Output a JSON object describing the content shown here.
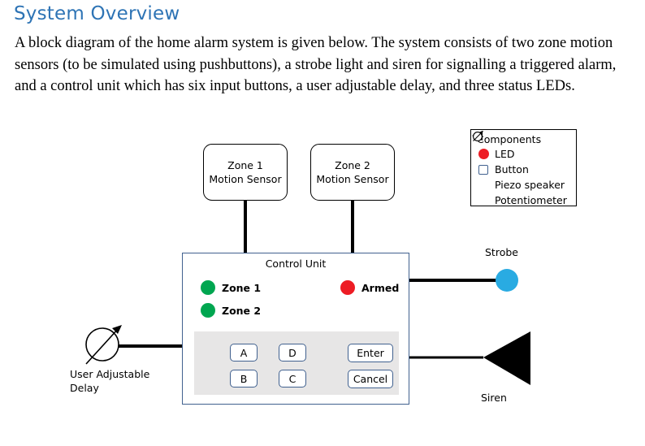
{
  "document": {
    "heading": "System Overview",
    "paragraph": "A block diagram of the home alarm system is given below. The system consists of two zone motion sensors (to be simulated using pushbuttons), a strobe light and siren for signalling a triggered alarm, and a control unit which has six input buttons, a user adjustable delay, and three status LEDs."
  },
  "colors": {
    "heading_blue": "#2E74B5",
    "led_green": "#00A650",
    "led_red": "#ED1C24",
    "strobe_blue": "#29ABE2",
    "control_unit_border": "#41618F",
    "keypad_panel": "#E7E6E6",
    "wire_black": "#000000"
  },
  "diagram": {
    "zone_sensors": [
      {
        "line1": "Zone 1",
        "line2": "Motion Sensor"
      },
      {
        "line1": "Zone 2",
        "line2": "Motion Sensor"
      }
    ],
    "control_unit": {
      "title": "Control Unit",
      "leds": [
        {
          "label": "Zone 1",
          "color": "#00A650"
        },
        {
          "label": "Zone 2",
          "color": "#00A650"
        },
        {
          "label": "Armed",
          "color": "#ED1C24"
        }
      ],
      "buttons": [
        {
          "label": "A"
        },
        {
          "label": "B"
        },
        {
          "label": "D"
        },
        {
          "label": "C"
        },
        {
          "label": "Enter"
        },
        {
          "label": "Cancel"
        }
      ]
    },
    "outputs": [
      {
        "name": "Strobe",
        "label": "Strobe",
        "icon": "led-circle-icon",
        "color": "#29ABE2"
      },
      {
        "name": "Siren",
        "label": "Siren",
        "icon": "piezo-speaker-icon",
        "color": "#000000"
      }
    ],
    "input_device": {
      "label_line1": "User Adjustable",
      "label_line2": "Delay",
      "icon": "potentiometer-icon"
    }
  },
  "legend": {
    "title": "Components",
    "items": [
      {
        "label": "LED",
        "icon": "led-icon",
        "color": "#ED1C24"
      },
      {
        "label": "Button",
        "icon": "button-icon",
        "color": "#41618F"
      },
      {
        "label": "Piezo speaker",
        "icon": "piezo-speaker-icon",
        "color": "#000000"
      },
      {
        "label": "Potentiometer",
        "icon": "potentiometer-icon",
        "color": "#000000"
      }
    ]
  }
}
